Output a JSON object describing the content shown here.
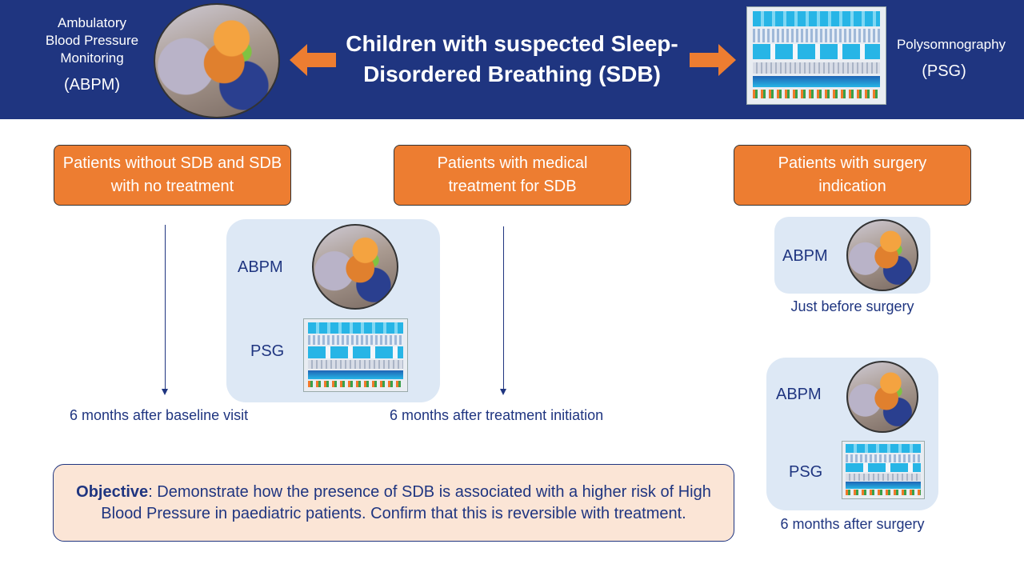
{
  "header": {
    "title": "Children with suspected Sleep-Disordered Breathing (SDB)",
    "left_label": "Ambulatory Blood Pressure Monitoring",
    "left_abbr": "(ABPM)",
    "right_label": "Polysomnography",
    "right_abbr": "(PSG)"
  },
  "groups": [
    {
      "label": "Patients without SDB and SDB with no treatment",
      "timepoint": "6 months after baseline visit"
    },
    {
      "label": "Patients with medical treatment for SDB",
      "timepoint": "6 months after treatment initiation"
    },
    {
      "label": "Patients with surgery indication",
      "timepoint_before": "Just before surgery",
      "timepoint_after": "6 months after surgery"
    }
  ],
  "tests": {
    "abpm": "ABPM",
    "psg": "PSG"
  },
  "objective": {
    "label": "Objective",
    "text": ": Demonstrate how the presence of SDB is associated with a higher risk of High Blood Pressure in paediatric patients. Confirm that this is reversible with treatment."
  },
  "colors": {
    "banner": "#1f3580",
    "orange": "#ed7d31",
    "light_blue": "#dde8f5",
    "objective_bg": "#fbe5d6"
  },
  "icons": {
    "abpm_photo": "child-abpm-photo",
    "psg_screen": "psg-screenshot",
    "arrow": "orange-arrow-icon"
  }
}
